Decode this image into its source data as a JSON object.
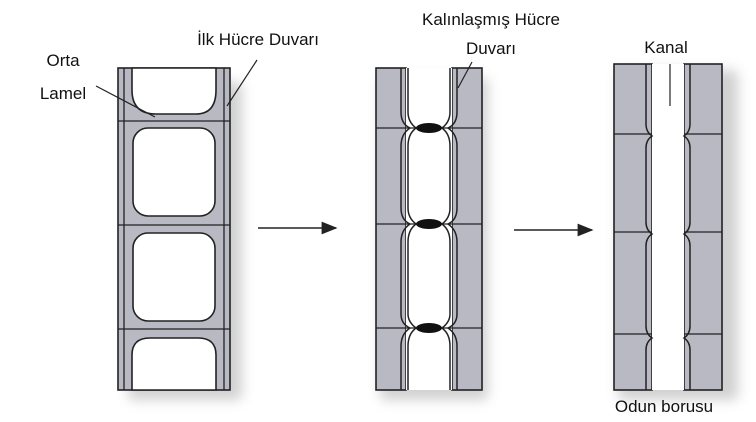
{
  "labels": {
    "orta_line1": "Orta",
    "orta_line2": "Lamel",
    "ilk_hucre": "İlk Hücre Duvarı",
    "kalinlasmis_line1": "Kalınlaşmış Hücre",
    "kalinlasmis_line2": "Duvarı",
    "kanal": "Kanal",
    "odun_borusu": "Odun borusu"
  },
  "colors": {
    "wall": "#b9b9c3",
    "wall_shade": "#9898a6",
    "outline": "#222222",
    "blob": "#111111"
  }
}
